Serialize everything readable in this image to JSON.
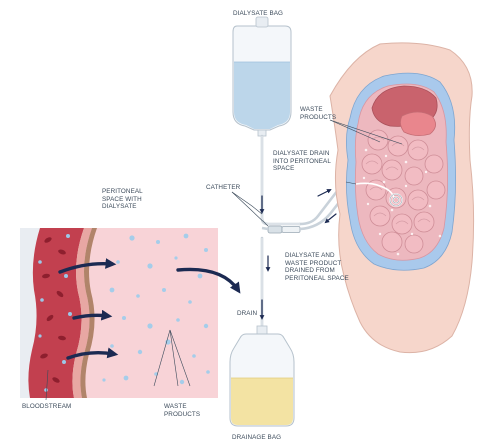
{
  "labels": {
    "dialysate_bag": "DIALYSATE BAG",
    "waste_products_top": "WASTE\nPRODUCTS",
    "dialysate_drain": "DIALYSATE DRAIN\nINTO PERITONEAL\nSPACE",
    "catheter": "CATHETER",
    "peritoneal_space": "PERITONEAL\nSPACE WITH\nDIALYSATE",
    "dialysate_waste_drained": "DIALYSATE AND\nWASTE PRODUCT\nDRAINED FROM\nPERITONEAL SPACE",
    "drain": "DRAIN",
    "bloodstream": "BLOODSTREAM",
    "waste_products_bottom": "WASTE\nPRODUCTS",
    "drainage_bag": "DRAINAGE BAG"
  },
  "colors": {
    "dialysate_fluid": "#bcd6ea",
    "drained_fluid": "#f3e3a3",
    "tissue": "#f7cdd2",
    "blood": "#c2404f",
    "arrow": "#1c2a52",
    "peritoneal_fluid": "#a9c9ec"
  }
}
